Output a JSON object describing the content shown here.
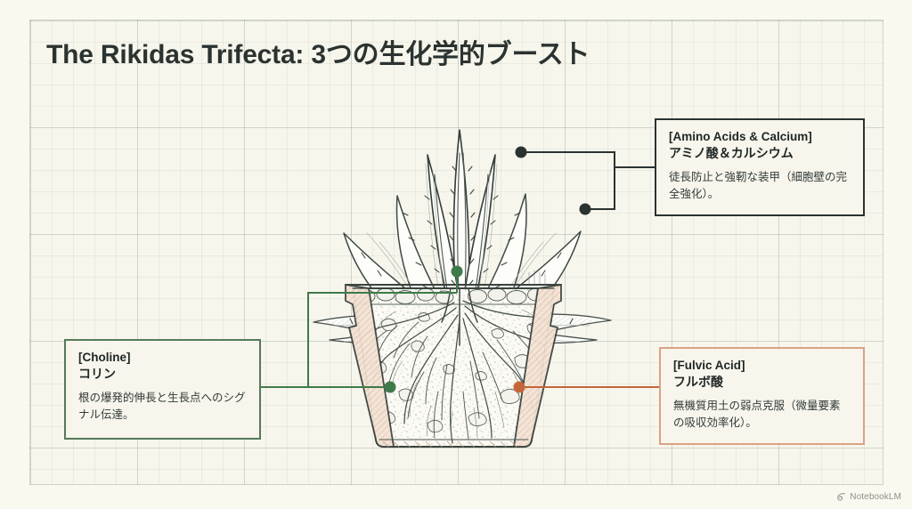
{
  "slide": {
    "title": "The Rikidas Trifecta: 3つの生化学的ブースト",
    "background_color": "#faf9f0",
    "grid_color": "#78827840"
  },
  "callouts": [
    {
      "id": "amino",
      "eyebrow": "[Amino Acids & Calcium]",
      "jp_title": "アミノ酸＆カルシウム",
      "body": "徒長防止と強靭な装甲（細胞壁の完全強化）。",
      "accent_color": "#2b3331",
      "dot_color": "#2b3331"
    },
    {
      "id": "choline",
      "eyebrow": "[Choline]",
      "jp_title": "コリン",
      "body": "根の爆発的伸長と生長点へのシグナル伝達。",
      "accent_color": "#56795a",
      "dot_color": "#3f7a4a"
    },
    {
      "id": "fulvic",
      "eyebrow": "[Fulvic Acid]",
      "jp_title": "フルボ酸",
      "body": "無機質用土の弱点克服（微量要素の吸収効率化）。",
      "accent_color": "#d9a285",
      "dot_color": "#c4663a"
    }
  ],
  "illustration": {
    "name": "agave-plant-in-pot-cutaway",
    "description": "アガベの線画イラスト（鉢の断面と根）"
  },
  "watermark": {
    "label": "NotebookLM",
    "icon": "notebooklm-spiral-icon"
  }
}
